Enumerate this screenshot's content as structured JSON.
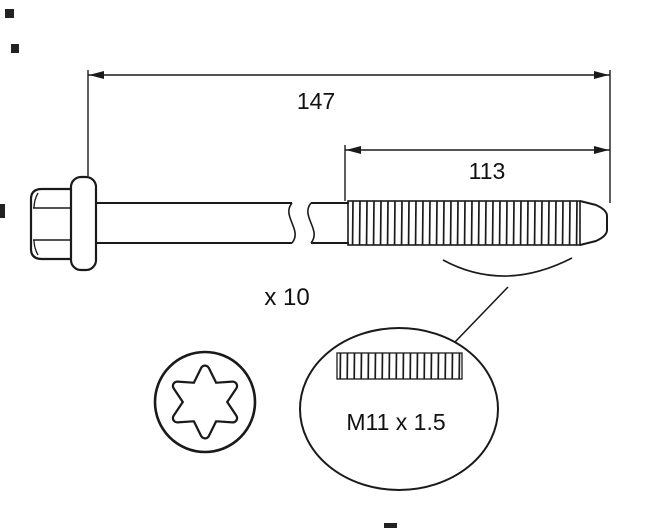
{
  "figure": {
    "labels": {
      "overall_length": "147",
      "thread_length": "113",
      "quantity": "x 10",
      "thread_spec": "M11 x 1.5"
    },
    "colors": {
      "ink": "#1a1a1a",
      "background": "#ffffff"
    }
  }
}
